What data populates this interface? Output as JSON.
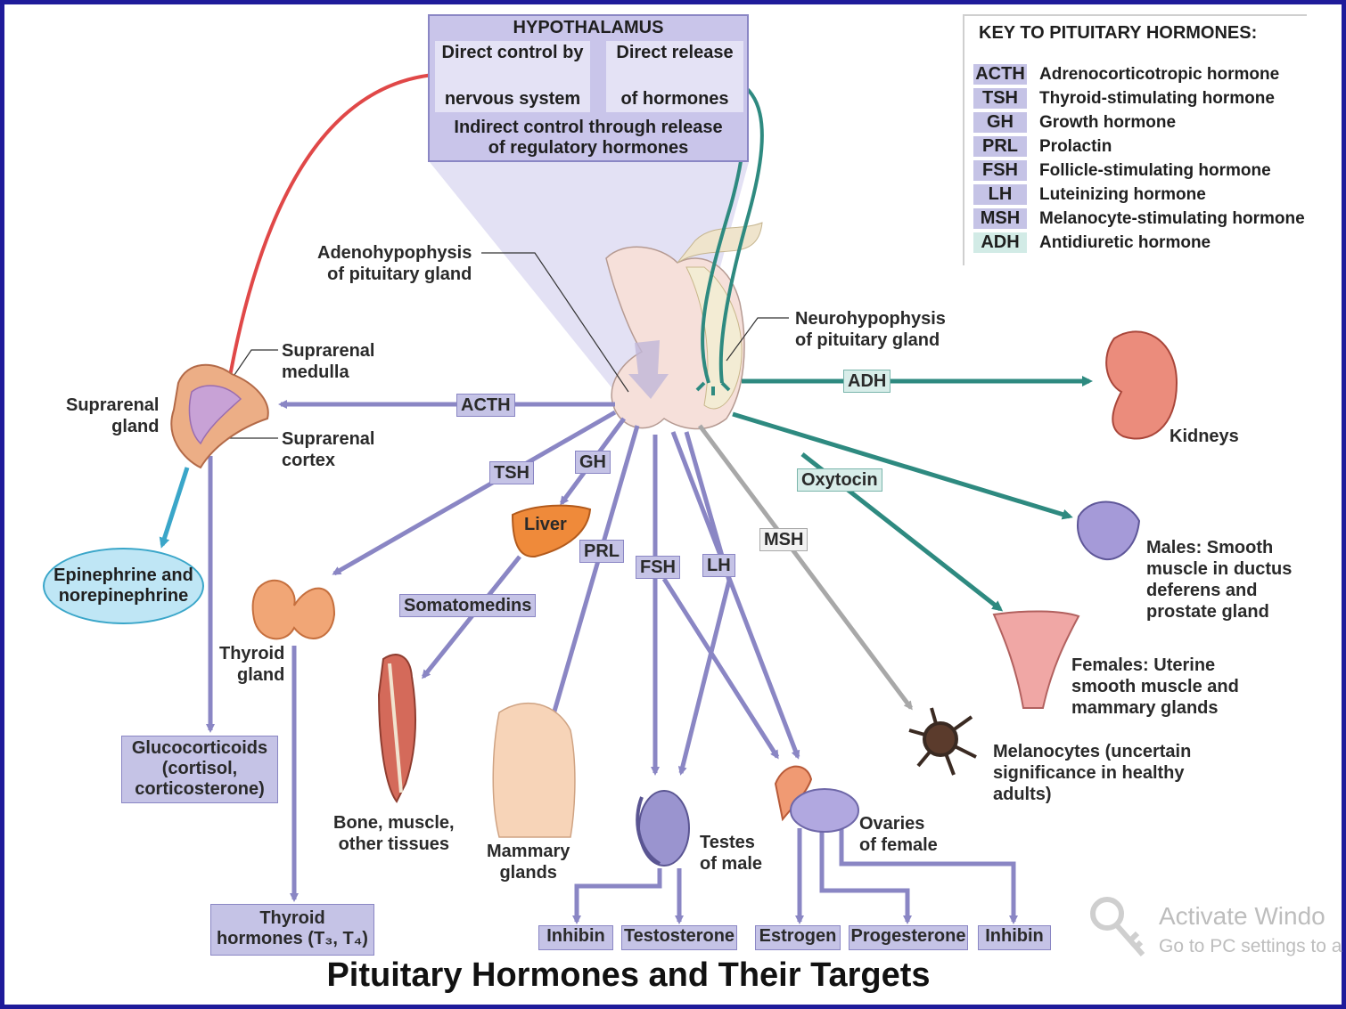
{
  "title": "Pituitary Hormones and Their Targets",
  "hypothalamus": {
    "title": "HYPOTHALAMUS",
    "direct_control": "Direct control by\n\nnervous system",
    "direct_release": "Direct release\n\nof hormones",
    "indirect": "Indirect control through release\nof regulatory hormones"
  },
  "key": {
    "title": "KEY TO PITUITARY HORMONES:",
    "items": [
      {
        "abbr": "ACTH",
        "name": "Adrenocorticotropic hormone"
      },
      {
        "abbr": "TSH",
        "name": "Thyroid-stimulating hormone"
      },
      {
        "abbr": "GH",
        "name": "Growth hormone"
      },
      {
        "abbr": "PRL",
        "name": "Prolactin"
      },
      {
        "abbr": "FSH",
        "name": "Follicle-stimulating hormone"
      },
      {
        "abbr": "LH",
        "name": "Luteinizing hormone"
      },
      {
        "abbr": "MSH",
        "name": "Melanocyte-stimulating hormone"
      },
      {
        "abbr": "ADH",
        "name": "Antidiuretic hormone"
      }
    ]
  },
  "labels": {
    "adenohypophysis": "Adenohypophysis\nof pituitary gland",
    "neurohypophysis": "Neurohypophysis\nof pituitary gland",
    "suprarenal_medulla": "Suprarenal\nmedulla",
    "suprarenal_cortex": "Suprarenal\ncortex",
    "suprarenal_gland": "Suprarenal\ngland",
    "thyroid_gland": "Thyroid\ngland",
    "liver": "Liver",
    "bone_muscle": "Bone, muscle,\nother tissues",
    "mammary": "Mammary\nglands",
    "testes": "Testes\nof male",
    "ovaries": "Ovaries\nof female",
    "kidneys": "Kidneys",
    "males": "Males: Smooth\nmuscle in ductus\ndeferens and\nprostate gland",
    "females": "Females: Uterine\nsmooth muscle and\nmammary glands",
    "melanocytes": "Melanocytes (uncertain\nsignificance in healthy\nadults)",
    "epinephrine": "Epinephrine and\nnorepinephrine"
  },
  "hormone_tags": {
    "acth": "ACTH",
    "tsh": "TSH",
    "gh": "GH",
    "prl": "PRL",
    "fsh": "FSH",
    "lh": "LH",
    "msh": "MSH",
    "adh": "ADH",
    "oxytocin": "Oxytocin",
    "somatomedins": "Somatomedins"
  },
  "products": {
    "glucocorticoids": "Glucocorticoids\n(cortisol,\ncorticosterone)",
    "thyroid_hormones": "Thyroid\nhormones (T₃, T₄)",
    "inhibin_male": "Inhibin",
    "testosterone": "Testosterone",
    "estrogen": "Estrogen",
    "progesterone": "Progesterone",
    "inhibin_female": "Inhibin"
  },
  "watermark": {
    "line1": "Activate Windo",
    "line2": "Go to PC settings to a"
  },
  "colors": {
    "frame": "#1f1b9a",
    "purple_path": "#8a86c4",
    "teal_path": "#2e8a80",
    "red_path": "#e04848",
    "grey_path": "#a8a8a8",
    "blue_path": "#3aa6c9"
  }
}
